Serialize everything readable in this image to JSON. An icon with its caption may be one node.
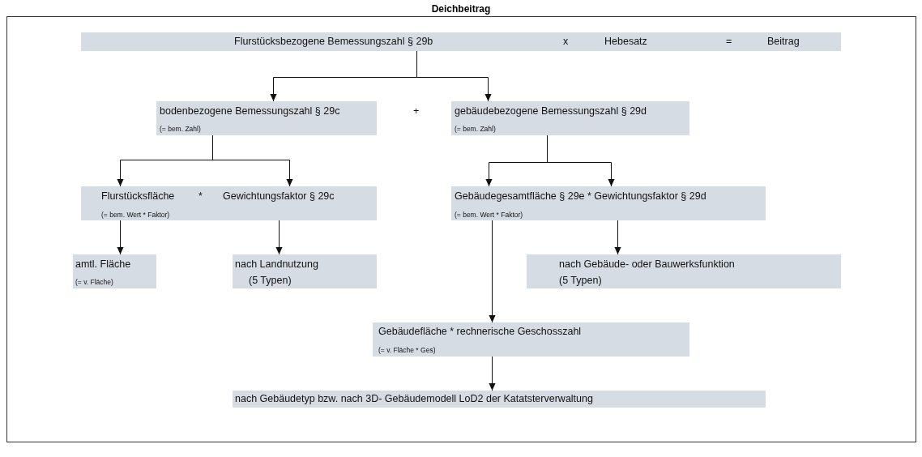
{
  "diagram": {
    "title": "Deichbeitrag",
    "nodes": [
      {
        "text": [
          "Flurstücksbezogene Bemessungszahl § 29b",
          "x",
          "Hebesatz",
          "=",
          "Beitrag"
        ]
      },
      {
        "text": [
          "bodenbezogene Bemessungszahl § 29c",
          "(= bem. Zahl)"
        ]
      },
      {
        "text": [
          "gebäudebezogene Bemessungszahl § 29d",
          "(= bem. Zahl)"
        ]
      },
      {
        "text": [
          "Flurstücksfläche",
          "*",
          "Gewichtungsfaktor § 29c",
          "(= bem. Wert * Faktor)"
        ]
      },
      {
        "text": [
          "Gebäudegesamtfläche § 29e * Gewichtungsfaktor § 29d",
          "(= bem. Wert * Faktor)"
        ]
      },
      {
        "text": [
          "amtl. Fläche",
          "(= v. Fläche)"
        ]
      },
      {
        "text": [
          "nach Landnutzung",
          "(5 Typen)"
        ]
      },
      {
        "text": [
          "nach Gebäude- oder Bauwerksfunktion",
          "(5 Typen)"
        ]
      },
      {
        "text": [
          "Gebäudefläche * rechnerische Geschosszahl",
          "(= v. Fläche * Ges)"
        ]
      },
      {
        "text": [
          "nach Gebäudetyp bzw. nach 3D- Gebäudemodell LoD2 der Katatsterverwaltung"
        ]
      }
    ],
    "edges": [
      {
        "from": 0,
        "to": 1,
        "arrow": "to"
      },
      {
        "from": 0,
        "to": 2,
        "arrow": "to"
      },
      {
        "from": 1,
        "to": 3,
        "arrow": "to"
      },
      {
        "from": 1,
        "to": 3,
        "arrow": "to"
      },
      {
        "from": 2,
        "to": 4,
        "arrow": "to"
      },
      {
        "from": 2,
        "to": 4,
        "arrow": "to"
      },
      {
        "from": 3,
        "to": 5,
        "arrow": "to"
      },
      {
        "from": 3,
        "to": 6,
        "arrow": "to"
      },
      {
        "from": 4,
        "to": 8,
        "arrow": "to"
      },
      {
        "from": 4,
        "to": 7,
        "arrow": "to"
      },
      {
        "from": 8,
        "to": 9,
        "arrow": "to"
      }
    ],
    "labels": [
      "+"
    ]
  }
}
